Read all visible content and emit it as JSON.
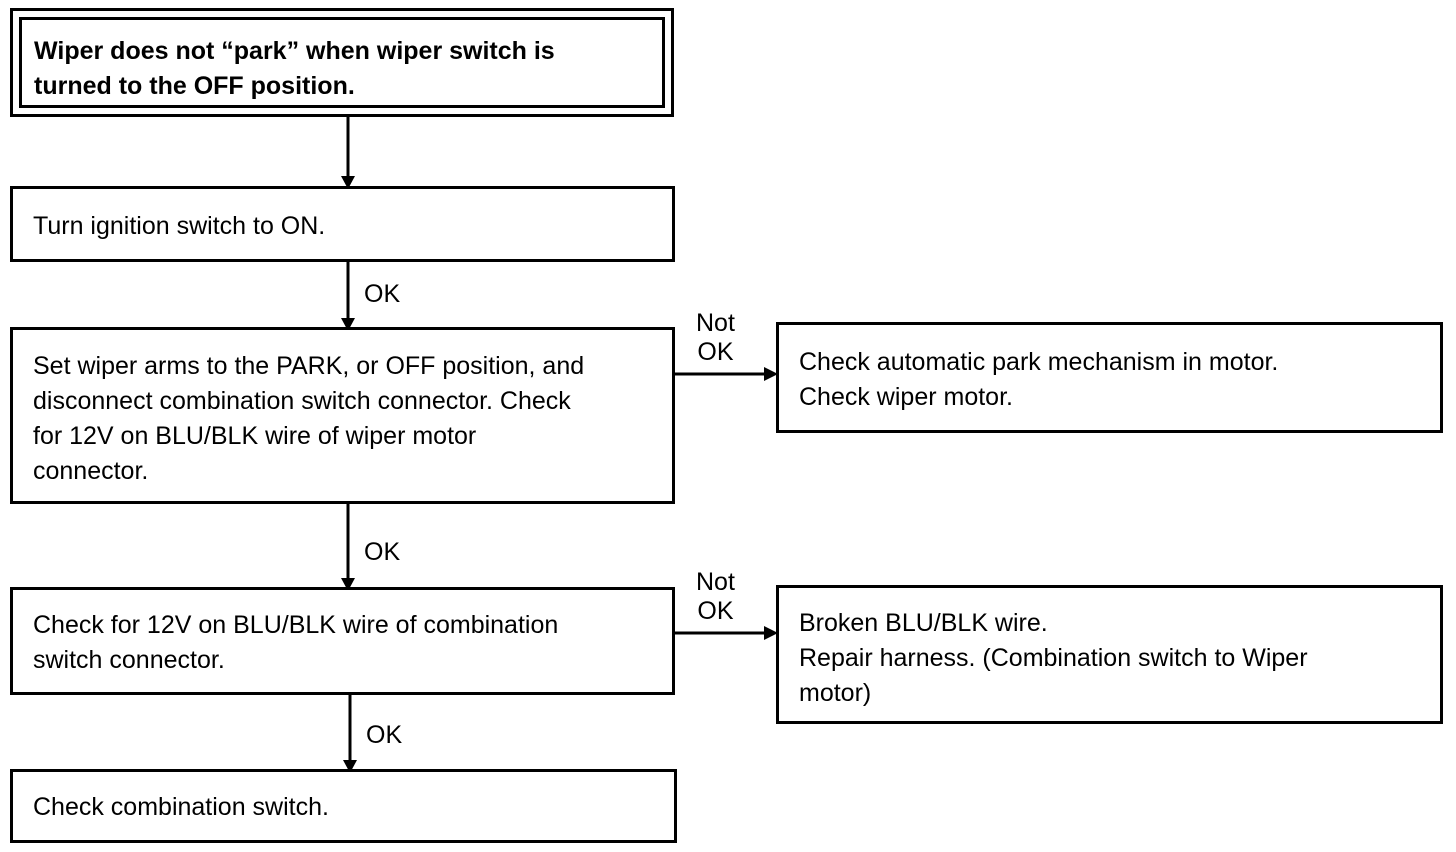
{
  "start_box": "Wiper does not “park” when wiper switch is\nturned to the OFF position.",
  "step1": "Turn ignition switch to ON.",
  "step2": "Set wiper arms to the PARK, or OFF position, and\ndisconnect combination switch connector. Check\nfor 12V on BLU/BLK wire of wiper motor\nconnector.",
  "step3": "Check for 12V on BLU/BLK wire of combination\nswitch connector.",
  "step4": "Check combination switch.",
  "result1": "Check automatic park mechanism in motor.\nCheck wiper motor.",
  "result2": "Broken BLU/BLK wire.\nRepair harness. (Combination switch to Wiper\nmotor)",
  "labels": {
    "ok": "OK",
    "not_ok": "Not\nOK"
  }
}
